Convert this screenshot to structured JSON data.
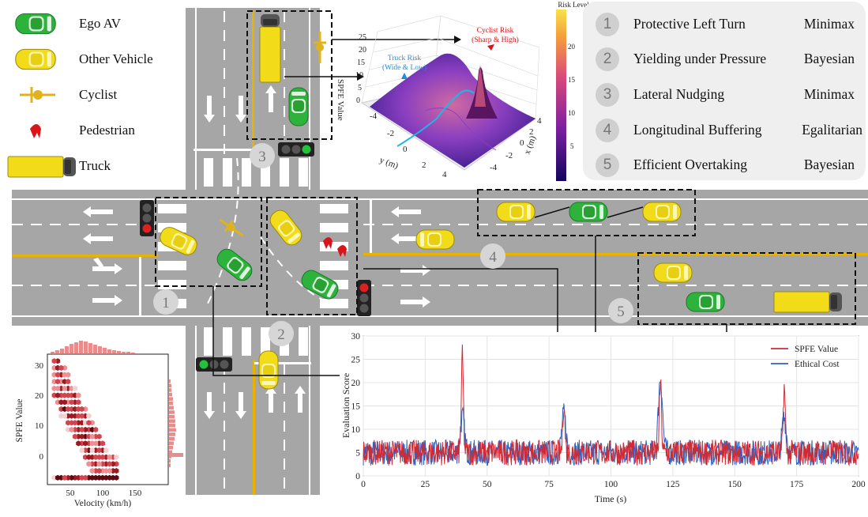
{
  "legend": [
    {
      "label": "Ego AV",
      "icon": "green-car-icon"
    },
    {
      "label": "Other Vehicle",
      "icon": "yellow-car-icon"
    },
    {
      "label": "Cyclist",
      "icon": "cyclist-icon"
    },
    {
      "label": "Pedestrian",
      "icon": "pedestrian-icon"
    },
    {
      "label": "Truck",
      "icon": "truck-icon"
    }
  ],
  "scenarios": [
    {
      "num": "1",
      "title": "Protective Left Turn",
      "method": "Minimax"
    },
    {
      "num": "2",
      "title": "Yielding under Pressure",
      "method": "Bayesian"
    },
    {
      "num": "3",
      "title": "Lateral Nudging",
      "method": "Minimax"
    },
    {
      "num": "4",
      "title": "Longitudinal Buffering",
      "method": "Egalitarian"
    },
    {
      "num": "5",
      "title": "Efficient Overtaking",
      "method": "Bayesian"
    }
  ],
  "scene_markers": [
    "1",
    "2",
    "3",
    "4",
    "5"
  ],
  "colors": {
    "ego": "#2db23c",
    "other": "#f2dc1a",
    "cyclist": "#e0b21c",
    "pedestrian": "#d9141a",
    "road": "#a6a6a6",
    "spfe": "#d02a34",
    "ethical": "#2a63c4"
  },
  "surface": {
    "z_label": "SPFE Value",
    "x_label": "x (m)",
    "y_label": "y (m)",
    "colorbar_label": "Risk Level",
    "z_ticks": [
      "0",
      "5",
      "10",
      "15",
      "20",
      "25"
    ],
    "x_ticks": [
      "-4",
      "-2",
      "0",
      "2",
      "4"
    ],
    "y_ticks": [
      "-4",
      "-2",
      "0",
      "2",
      "4"
    ],
    "cb_ticks": [
      "20",
      "15",
      "10",
      "5"
    ],
    "truck_annot": [
      "Truck Risk",
      "(Wide & Low)"
    ],
    "cyclist_annot": [
      "Cyclist Risk",
      "(Sharp & High)"
    ]
  },
  "scatter": {
    "xlabel": "Velocity (km/h)",
    "ylabel": "SPFE Value",
    "xticks": [
      "50",
      "100",
      "150"
    ],
    "yticks": [
      "0",
      "10",
      "20",
      "30"
    ]
  },
  "chart_data": {
    "type": "line",
    "xlabel": "Time (s)",
    "ylabel": "Evaluation Score",
    "xlim": [
      0,
      200
    ],
    "ylim": [
      0,
      30
    ],
    "xticks": [
      0,
      25,
      50,
      75,
      100,
      125,
      150,
      175,
      200
    ],
    "yticks": [
      0,
      5,
      10,
      15,
      20,
      25,
      30
    ],
    "legend_position": "top-right",
    "grid": true,
    "baseline_approx": 5,
    "series": [
      {
        "name": "SPFE Value",
        "color": "#d02a34",
        "peaks": [
          {
            "x": 40,
            "y": 25.5
          },
          {
            "x": 81,
            "y": 16
          },
          {
            "x": 120,
            "y": 20
          },
          {
            "x": 170,
            "y": 19
          }
        ]
      },
      {
        "name": "Ethical Cost",
        "color": "#2a63c4",
        "peaks": [
          {
            "x": 40,
            "y": 12.5
          },
          {
            "x": 81,
            "y": 13
          },
          {
            "x": 120,
            "y": 21
          },
          {
            "x": 170,
            "y": 12.5
          }
        ]
      }
    ]
  }
}
